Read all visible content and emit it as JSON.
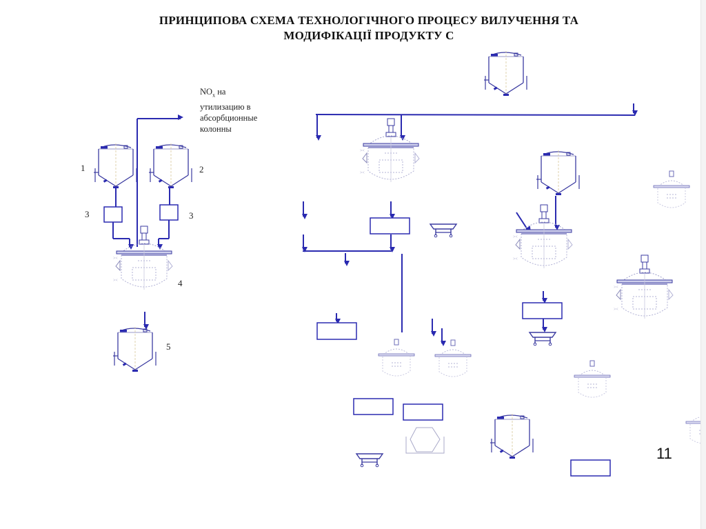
{
  "slide": {
    "title_line1": "ПРИНЦИПОВА СХЕМА ТЕХНОЛОГІЧНОГО ПРОЦЕСУ ВИЛУЧЕННЯ ТА",
    "title_line2": "МОДИФІКАЦІЇ ПРОДУКТУ С",
    "page_number": "11",
    "note": {
      "line1_main": "NO",
      "line1_sub": "x",
      "line1_rest": " на",
      "line2": "утилизацию в",
      "line3": "абсорбционные",
      "line4": "колонны"
    },
    "equipment_labels": {
      "tank1": "1",
      "tank2": "2",
      "filter_left": "3",
      "filter_right": "3",
      "reactor": "4",
      "receiver": "5"
    },
    "colors": {
      "flow_line": "#2a2ab0",
      "equipment_outline": "#3a3aa0",
      "equipment_detail": "#b8b8d8"
    }
  }
}
